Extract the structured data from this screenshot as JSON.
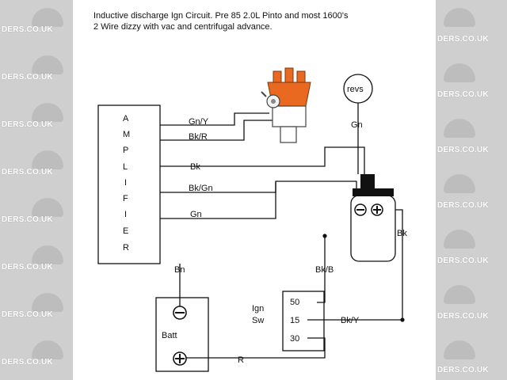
{
  "title_line1": "Inductive discharge Ign Circuit.  Pre 85 2.0L Pinto and most 1600's",
  "title_line2": "2 Wire dizzy with vac and centrifugal advance.",
  "watermark": [
    "LOCOSTERS.CO.UK",
    "DERS.CO.UK"
  ],
  "amplifier_letters": [
    "A",
    "M",
    "P",
    "L",
    "I",
    "F",
    "I",
    "E",
    "R"
  ],
  "wires": {
    "gn_y": "Gn/Y",
    "bk_r": "Bk/R",
    "bk": "Bk",
    "bk_gn": "Bk/Gn",
    "gn": "Gn",
    "gn_revs": "Gn",
    "bn": "Bn",
    "bk_b": "Bk/B",
    "bk_coil": "Bk",
    "bk_y": "Bk/Y",
    "r": "R"
  },
  "revs_label": "revs",
  "ign_sw": {
    "label1": "Ign",
    "label2": "Sw",
    "t50": "50",
    "t15": "15",
    "t30": "30"
  },
  "batt_label": "Batt",
  "coil_terminals": {
    "minus": "⊖",
    "plus": "⊕"
  },
  "colors": {
    "distributor": "#e8691f",
    "line": "#111111"
  }
}
